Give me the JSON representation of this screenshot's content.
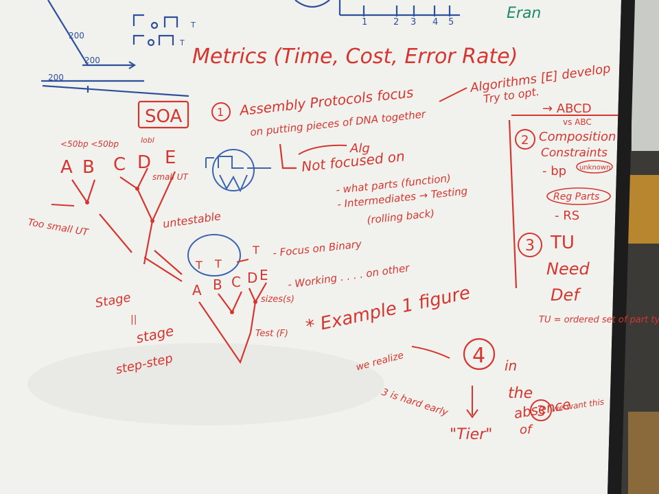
{
  "colors": {
    "board": "#f2f3ef",
    "red_marker": "#d6352f",
    "blue_marker": "#2e4f9c",
    "teal_marker": "#1f8a6a",
    "frame": "#1b1b1b",
    "wall": "#c7c9c4",
    "wood": "#b8862f"
  },
  "top_left": {
    "labels": [
      "200",
      "200",
      "200"
    ],
    "promoter_notes": [
      "T",
      "T"
    ]
  },
  "axis": {
    "ticks": [
      "1",
      "2",
      "3",
      "4",
      "5"
    ],
    "top_right_word": "Eran"
  },
  "metrics_heading": "Metrics (Time, Cost, Error Rate)",
  "soa_box": "SOA",
  "point1": {
    "number": "1",
    "line1": "Assembly Protocols focus",
    "line2": "on putting pieces of DNA together",
    "arrow_note_1": "Algorithms [E] develop",
    "arrow_note_2": "Try to opt.",
    "alg": "Alg",
    "not_focused": "Not focused on",
    "bullet1": "- what parts (function)",
    "bullet2": "- Intermediates → Testing",
    "bullet3": "(rolling back)"
  },
  "tree_top": {
    "header": "<50bp <50bp",
    "letters": [
      "A",
      "B",
      "C",
      "D",
      "E"
    ],
    "note_lbl": "lobl",
    "small_ut": "small UT",
    "too_small": "Too small UT",
    "untestable": "untestable"
  },
  "tree_bottom": {
    "marks": [
      "T",
      "T",
      "T"
    ],
    "letters": [
      "A",
      "B",
      "C",
      "D",
      "E"
    ],
    "focus": "- Focus on Binary",
    "working": "- Working . . . . on other",
    "sizes": "sizes(s)",
    "test": "Test (F)",
    "example": "* Example 1 figure",
    "stage1": "Stage",
    "stage2": "stage",
    "step": "step-step"
  },
  "right_column": {
    "abcd": "→ ABCD",
    "vs": "vs ABC",
    "point2": "2",
    "composition": "Composition",
    "constraints": "Constraints",
    "bp": "- bp",
    "unknown": "unknown",
    "reg_parts": "Reg Parts",
    "rs": "- RS",
    "point3": "3",
    "tu": "TU",
    "need": "Need",
    "def": "Def",
    "tu_def": "TU = ordered set of part types"
  },
  "bottom_right": {
    "we_realize": "we realize",
    "three_is_hard": "3 is hard early",
    "point4": "4",
    "in": "in",
    "the": "the",
    "absence": "absence",
    "of": "of",
    "circled3": "3",
    "we_want": "we want this",
    "tier": "\"Tier\""
  }
}
